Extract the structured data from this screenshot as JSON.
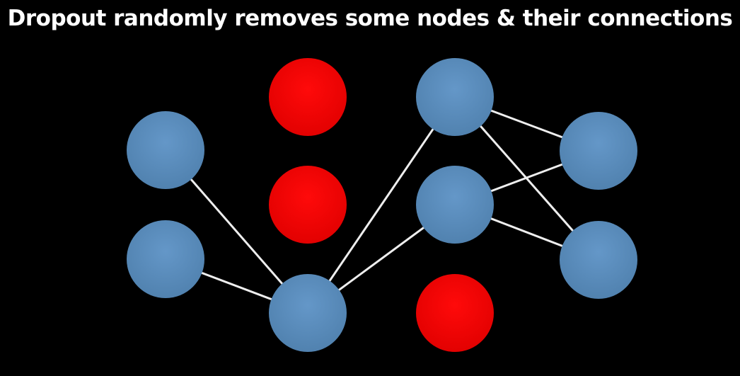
{
  "title": "Dropout randomly removes some nodes & their connections",
  "colors": {
    "background": "#000000",
    "active_node": "#5b8fc0",
    "dropped_node": "#f40000",
    "edge": "#eeeeee",
    "title": "#ffffff"
  },
  "network": {
    "layers": [
      {
        "nodes": [
          {
            "id": "input-1",
            "status": "active"
          },
          {
            "id": "input-2",
            "status": "active"
          }
        ]
      },
      {
        "nodes": [
          {
            "id": "hidden1-1",
            "status": "dropped"
          },
          {
            "id": "hidden1-2",
            "status": "dropped"
          },
          {
            "id": "hidden1-3",
            "status": "active"
          }
        ]
      },
      {
        "nodes": [
          {
            "id": "hidden2-1",
            "status": "active"
          },
          {
            "id": "hidden2-2",
            "status": "active"
          },
          {
            "id": "hidden2-3",
            "status": "dropped"
          }
        ]
      },
      {
        "nodes": [
          {
            "id": "output-1",
            "status": "active"
          },
          {
            "id": "output-2",
            "status": "active"
          }
        ]
      }
    ],
    "connections": [
      [
        "input-1",
        "hidden1-3"
      ],
      [
        "input-2",
        "hidden1-3"
      ],
      [
        "hidden1-3",
        "hidden2-1"
      ],
      [
        "hidden1-3",
        "hidden2-2"
      ],
      [
        "hidden2-1",
        "output-1"
      ],
      [
        "hidden2-1",
        "output-2"
      ],
      [
        "hidden2-2",
        "output-1"
      ],
      [
        "hidden2-2",
        "output-2"
      ]
    ]
  }
}
